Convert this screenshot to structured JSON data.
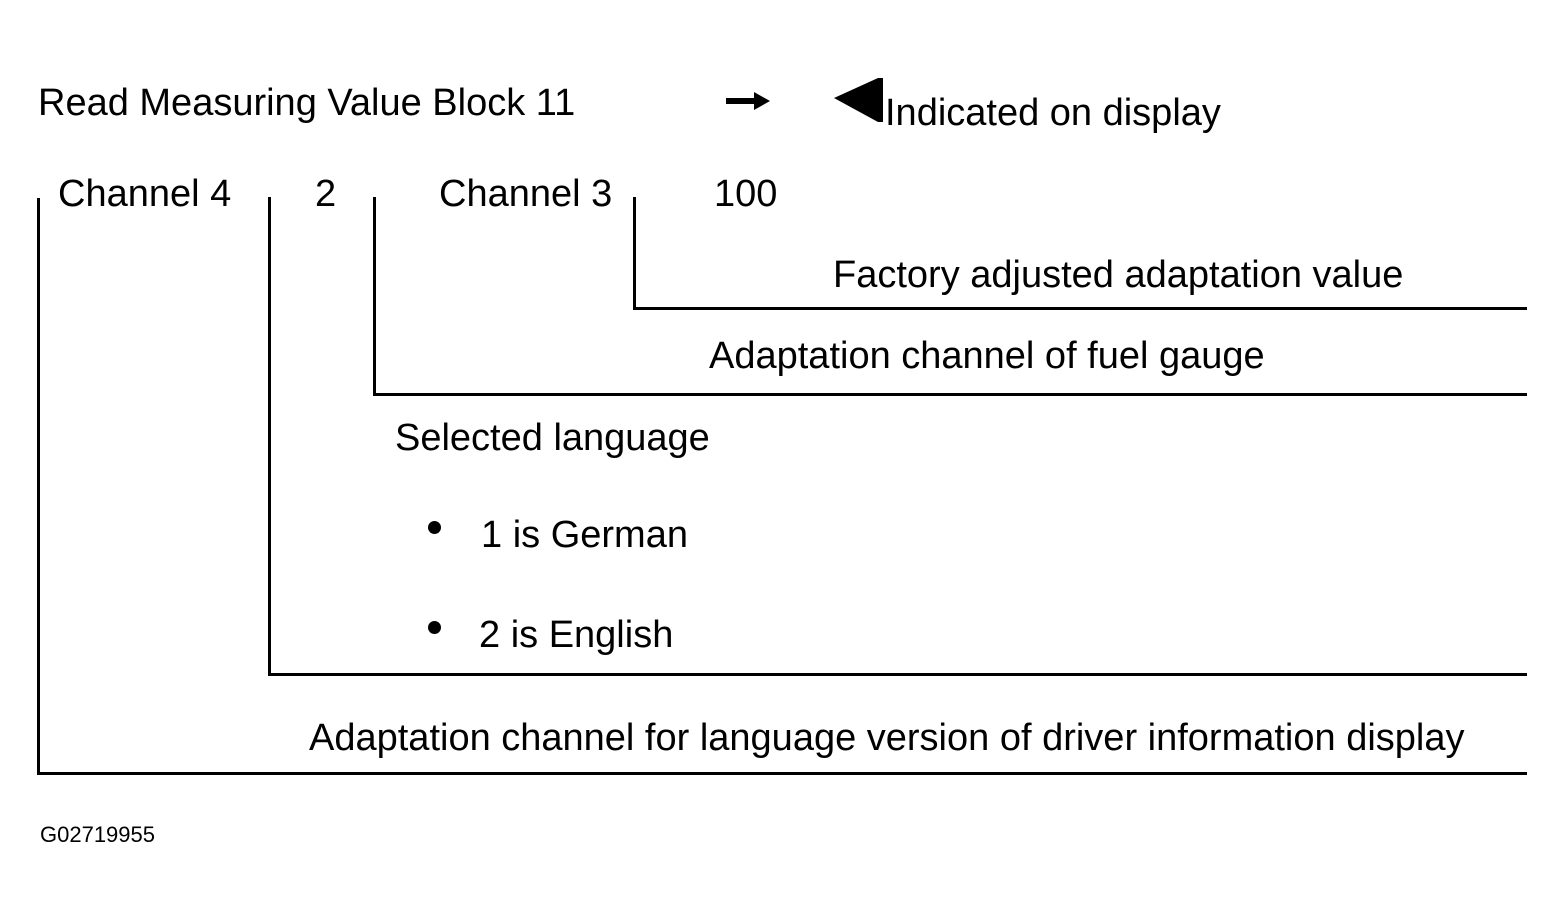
{
  "header": {
    "title": "Read Measuring Value Block 11",
    "display_note": "Indicated on display"
  },
  "readout": {
    "channel_4_label": "Channel 4",
    "channel_4_value": "2",
    "channel_3_label": "Channel 3",
    "channel_3_value": "100"
  },
  "annotations": {
    "channel_3_value_desc": "Factory adjusted adaptation value",
    "channel_3_desc": "Adaptation channel of fuel gauge",
    "channel_4_value_desc": "Selected language",
    "language_options": [
      "1 is German",
      "2 is English"
    ],
    "channel_4_desc": "Adaptation channel for language version of driver information display"
  },
  "figure_code": "G02719955",
  "icons": {
    "arrow": "right-arrow-icon",
    "pointer": "left-pointer-icon"
  },
  "colors": {
    "ink": "#000000",
    "background": "#ffffff"
  }
}
